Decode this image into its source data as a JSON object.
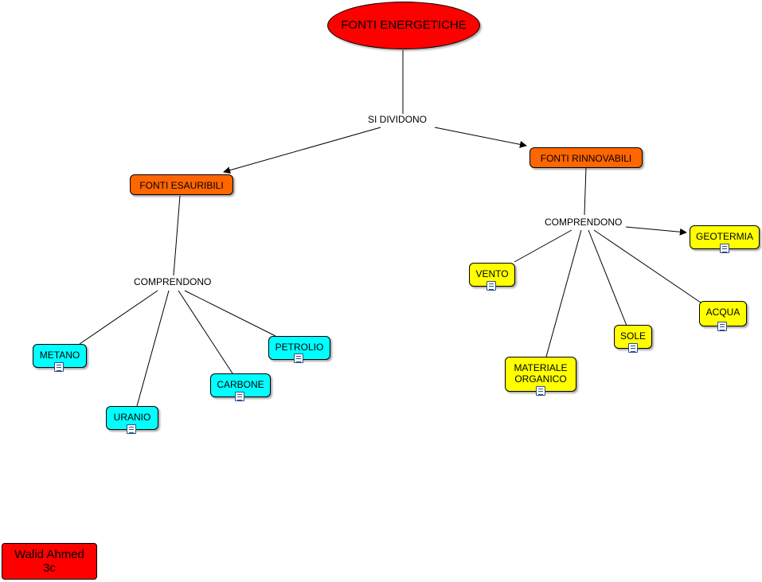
{
  "colors": {
    "root": "#ff0000",
    "category": "#ff6600",
    "exhaustible_leaf": "#00ffff",
    "renewable_leaf": "#ffff00",
    "author_box": "#ff0000"
  },
  "root": {
    "label": "FONTI ENERGETICHE"
  },
  "link_divide": {
    "label": "SI DIVIDONO"
  },
  "categories": {
    "exhaustible": {
      "label": "FONTI ESAURIBILI"
    },
    "renewable": {
      "label": "FONTI RINNOVABILI"
    }
  },
  "links": {
    "exhaustible_include": "COMPRENDONO",
    "renewable_include": "COMPRENDONO"
  },
  "exhaustible_sources": {
    "metano": "METANO",
    "uranio": "URANIO",
    "carbone": "CARBONE",
    "petrolio": "PETROLIO"
  },
  "renewable_sources": {
    "vento": "VENTO",
    "materiale_organico_line1": "MATERIALE",
    "materiale_organico_line2": "ORGANICO",
    "sole": "SOLE",
    "acqua": "ACQUA",
    "geotermia": "GEOTERMIA"
  },
  "attachment_icon": "document-icon",
  "author": {
    "name": "Walid Ahmed",
    "class": "3c"
  }
}
